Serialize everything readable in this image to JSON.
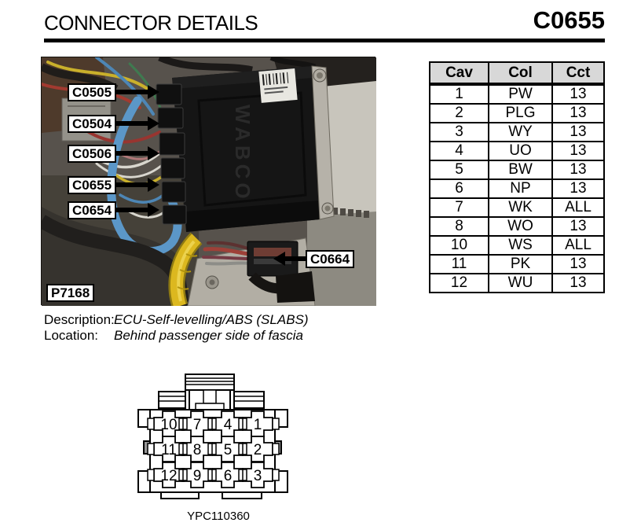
{
  "page": {
    "title": "CONNECTOR DETAILS",
    "connector_id": "C0655"
  },
  "photo": {
    "ref_label": "P7168",
    "ecu_brand": "WABCO",
    "callouts": [
      {
        "id": "C0505"
      },
      {
        "id": "C0504"
      },
      {
        "id": "C0506"
      },
      {
        "id": "C0655"
      },
      {
        "id": "C0654"
      },
      {
        "id": "C0664"
      }
    ]
  },
  "table": {
    "headers": [
      "Cav",
      "Col",
      "Cct"
    ],
    "rows": [
      [
        "1",
        "PW",
        "13"
      ],
      [
        "2",
        "PLG",
        "13"
      ],
      [
        "3",
        "WY",
        "13"
      ],
      [
        "4",
        "UO",
        "13"
      ],
      [
        "5",
        "BW",
        "13"
      ],
      [
        "6",
        "NP",
        "13"
      ],
      [
        "7",
        "WK",
        "ALL"
      ],
      [
        "8",
        "WO",
        "13"
      ],
      [
        "10",
        "WS",
        "ALL"
      ],
      [
        "11",
        "PK",
        "13"
      ],
      [
        "12",
        "WU",
        "13"
      ]
    ]
  },
  "details": {
    "description_label": "Description:",
    "description_value": "ECU-Self-levelling/ABS (SLABS)",
    "location_label": "Location:",
    "location_value": "Behind passenger side of fascia"
  },
  "pin_diagram": {
    "rows": [
      [
        "10",
        "7",
        "4",
        "1"
      ],
      [
        "11",
        "8",
        "5",
        "2"
      ],
      [
        "12",
        "9",
        "6",
        "3"
      ]
    ],
    "caption": "YPC110360"
  },
  "colors": {
    "table_header_bg": "#d8d8d8",
    "rule": "#000000",
    "photo_bg": "#57524c",
    "yellow_cable": "#dcb81f",
    "blue_cable": "#5b97c8"
  }
}
